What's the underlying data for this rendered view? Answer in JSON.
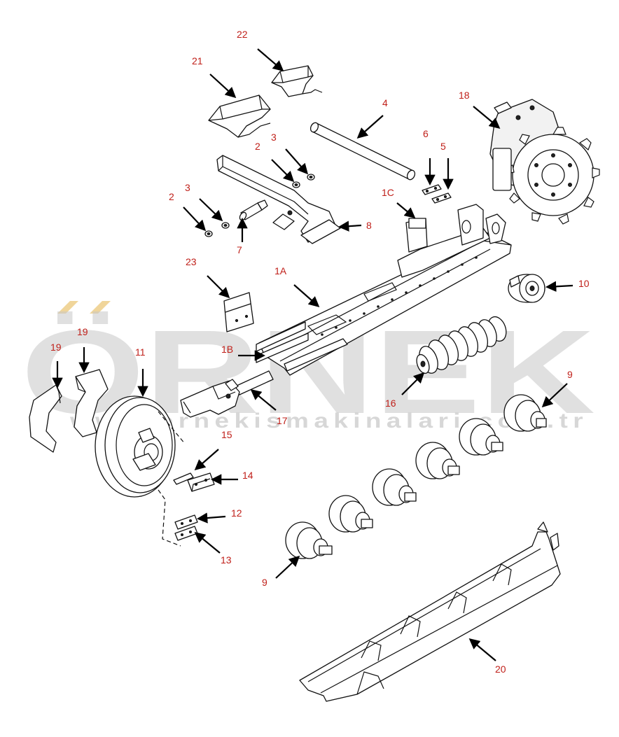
{
  "watermark": {
    "brand": "ÖRNEK",
    "url": "www.ornekismakinalari.com.tr",
    "accent_color": "#f0d59a",
    "text_color": "#c8c8c8"
  },
  "callout_color": "#c0201a",
  "callouts": [
    {
      "id": "c-22",
      "label": "22"
    },
    {
      "id": "c-21",
      "label": "21"
    },
    {
      "id": "c-4",
      "label": "4"
    },
    {
      "id": "c-18",
      "label": "18"
    },
    {
      "id": "c-2a",
      "label": "2"
    },
    {
      "id": "c-3a",
      "label": "3"
    },
    {
      "id": "c-6",
      "label": "6"
    },
    {
      "id": "c-5",
      "label": "5"
    },
    {
      "id": "c-1c",
      "label": "1C"
    },
    {
      "id": "c-2b",
      "label": "2"
    },
    {
      "id": "c-3b",
      "label": "3"
    },
    {
      "id": "c-8",
      "label": "8"
    },
    {
      "id": "c-7",
      "label": "7"
    },
    {
      "id": "c-23",
      "label": "23"
    },
    {
      "id": "c-1a",
      "label": "1A"
    },
    {
      "id": "c-10",
      "label": "10"
    },
    {
      "id": "c-19a",
      "label": "19"
    },
    {
      "id": "c-19b",
      "label": "19"
    },
    {
      "id": "c-11",
      "label": "11"
    },
    {
      "id": "c-1b",
      "label": "1B"
    },
    {
      "id": "c-9a",
      "label": "9"
    },
    {
      "id": "c-16",
      "label": "16"
    },
    {
      "id": "c-17",
      "label": "17"
    },
    {
      "id": "c-15",
      "label": "15"
    },
    {
      "id": "c-14",
      "label": "14"
    },
    {
      "id": "c-12",
      "label": "12"
    },
    {
      "id": "c-13",
      "label": "13"
    },
    {
      "id": "c-9b",
      "label": "9"
    },
    {
      "id": "c-20",
      "label": "20"
    }
  ]
}
